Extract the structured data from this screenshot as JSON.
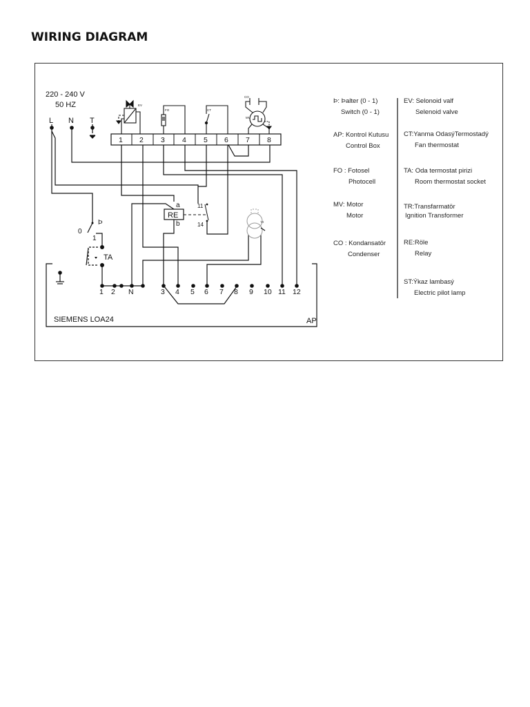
{
  "page": {
    "title": "WIRING DIAGRAM"
  },
  "supply": {
    "voltage": "220 - 240 V",
    "frequency": "50 HZ",
    "terminals": [
      "L",
      "N",
      "T"
    ]
  },
  "top_terminal_strip": {
    "numbers": [
      "1",
      "2",
      "3",
      "4",
      "5",
      "6",
      "7",
      "8"
    ],
    "component_tags": {
      "ev": "EV",
      "fo": "FO",
      "ct": "CT",
      "co": "CO",
      "mv": "MV"
    }
  },
  "relay": {
    "label": "RE",
    "pin_a": "a",
    "pin_b": "b",
    "contact_11": "11",
    "contact_14": "14"
  },
  "switch": {
    "label": "Þ",
    "pos_0": "0",
    "pos_1": "1"
  },
  "room_thermostat": {
    "label": "TA"
  },
  "transformer": {
    "tag": "TR"
  },
  "control_box": {
    "model": "SIEMENS LOA24",
    "tag": "AP",
    "terminals": [
      "1",
      "2",
      "N",
      "3",
      "4",
      "5",
      "6",
      "7",
      "8",
      "9",
      "10",
      "11",
      "12"
    ]
  },
  "legend": {
    "left": [
      {
        "code": "Þ: Þalter (0  -  1)",
        "english": "Switch (0 - 1)"
      },
      {
        "code": "AP: Kontrol Kutusu",
        "english": "Control Box"
      },
      {
        "code": "FO : Fotosel",
        "english": "Photocell"
      },
      {
        "code": "MV: Motor",
        "english": "Motor"
      },
      {
        "code": "CO : Kondansatör",
        "english": "Condenser"
      }
    ],
    "right": [
      {
        "code": "EV: Selonoid valf",
        "english": "Selenoid valve"
      },
      {
        "code": "CT:Yanma OdasýTermostadý",
        "english": "Fan thermostat"
      },
      {
        "code": "TA: Oda termostat pirizi",
        "english": "Room thermostat socket"
      },
      {
        "code": "TR:Transfarmatör",
        "english": "Ignition Transformer"
      },
      {
        "code": "RE:Röle",
        "english": "Relay"
      },
      {
        "code": "ST:Ýkaz lambasý",
        "english": "Electric pilot lamp"
      }
    ]
  }
}
